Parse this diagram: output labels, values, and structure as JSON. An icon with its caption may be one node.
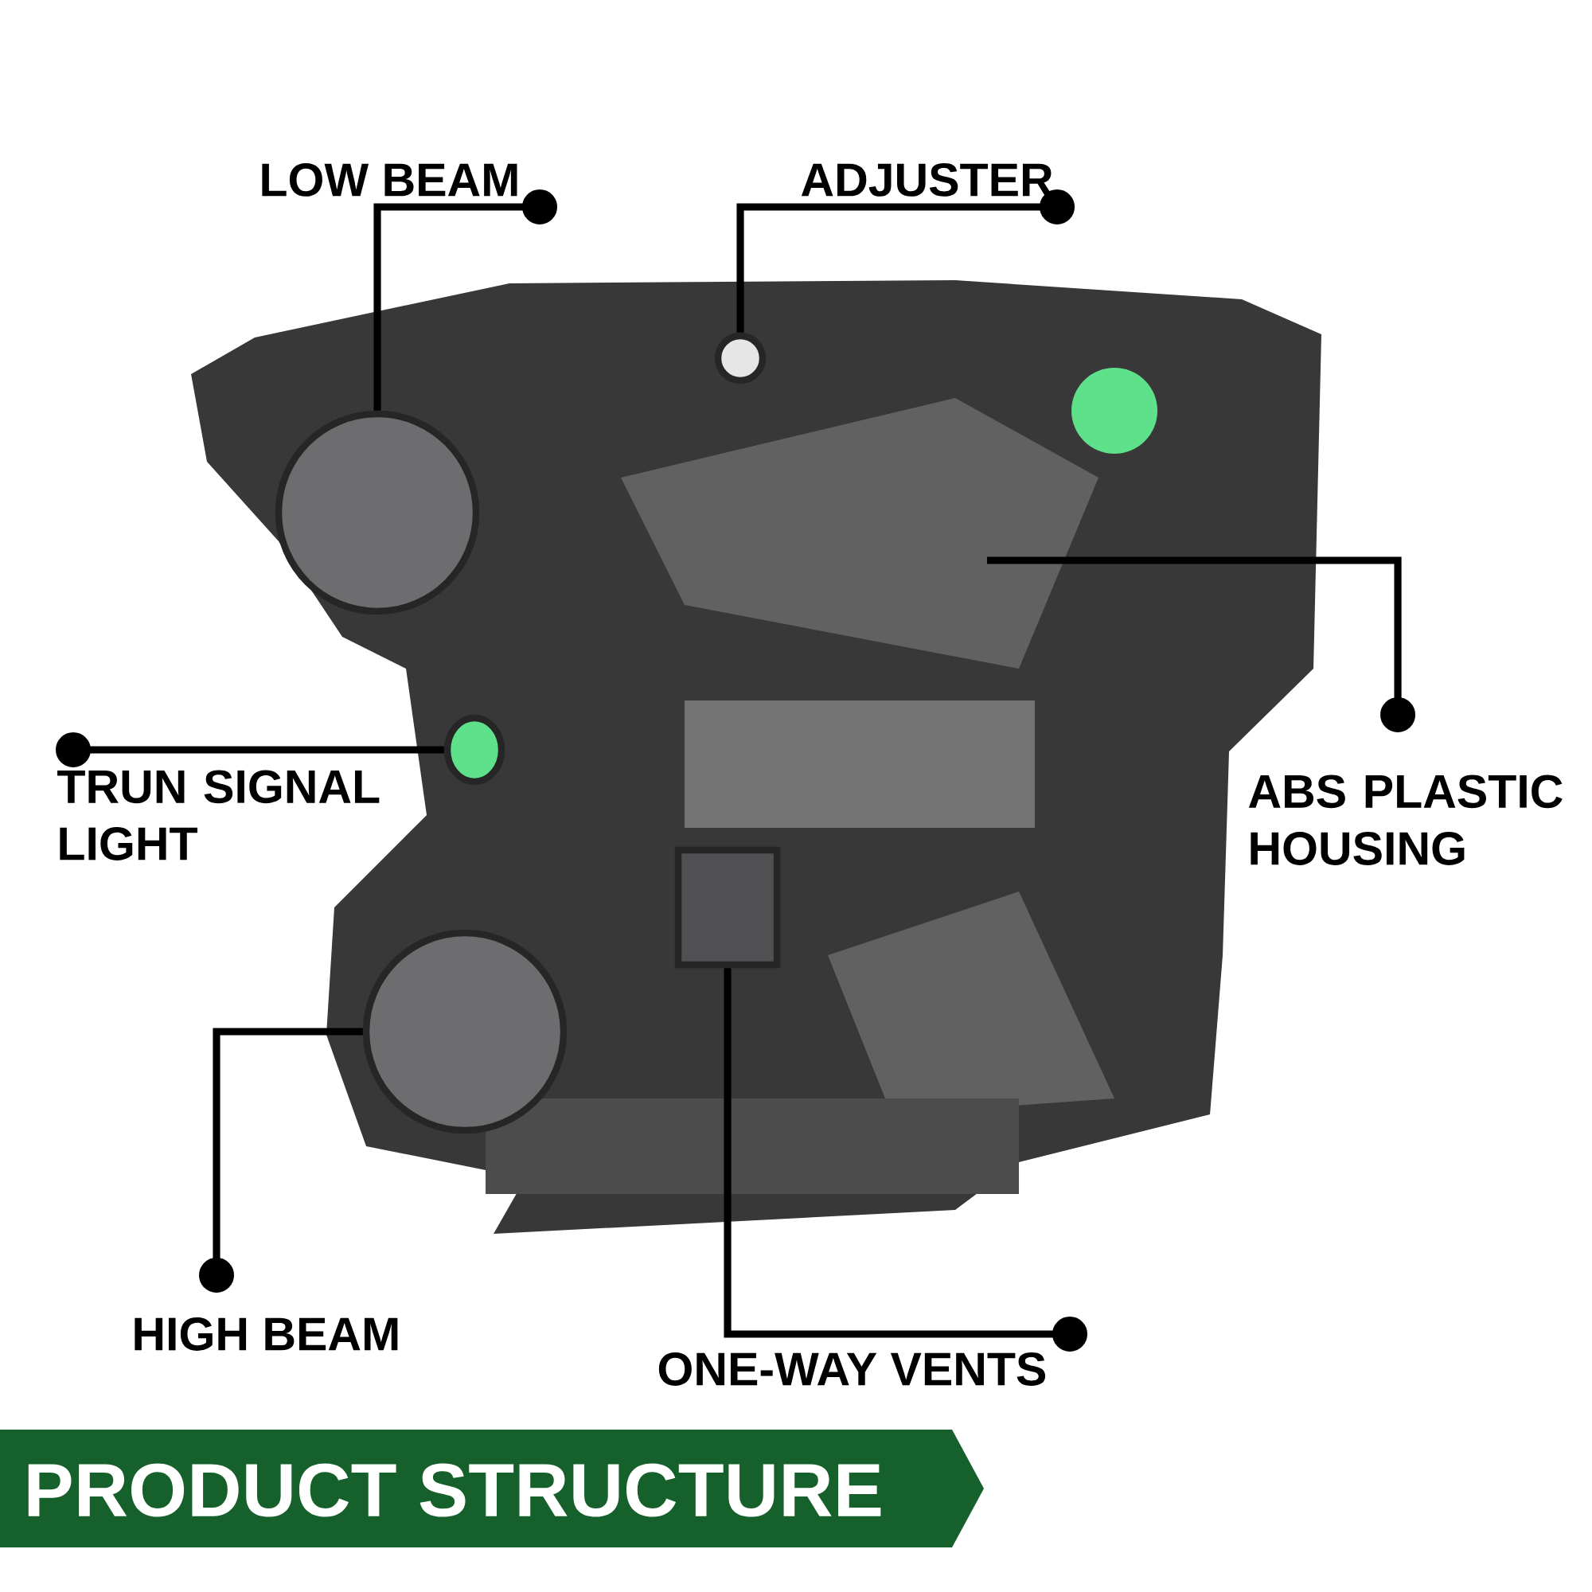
{
  "diagram": {
    "title": "PRODUCT STRUCTURE",
    "nodes": [
      {
        "text": [],
        "shape": "picture"
      },
      {
        "text": [],
        "shape": "circle",
        "in": 0
      },
      {
        "text": [],
        "shape": "circle",
        "in": 0
      },
      {
        "text": [],
        "shape": "circle",
        "in": 0
      },
      {
        "text": [],
        "shape": "circle",
        "in": 0
      },
      {
        "text": [],
        "shape": "box",
        "in": 0
      },
      {
        "text": [
          "LOW BEAM"
        ]
      },
      {
        "text": [
          "ADJUSTER"
        ]
      },
      {
        "text": [
          "TRUN SIGNAL LIGHT"
        ]
      },
      {
        "text": [
          "ABS PLASTIC HOUSING"
        ]
      },
      {
        "text": [
          "HIGH BEAM"
        ]
      },
      {
        "text": [
          "ONE-WAY VENTS"
        ]
      }
    ],
    "edges": [
      {
        "from": 6,
        "to": 1,
        "arrow": "other"
      },
      {
        "from": 7,
        "to": 2,
        "arrow": "other"
      },
      {
        "from": 8,
        "to": 3,
        "arrow": "other"
      },
      {
        "from": 9,
        "to": 0,
        "arrow": "other"
      },
      {
        "from": 10,
        "to": 4,
        "arrow": "other"
      },
      {
        "from": 11,
        "to": 5,
        "arrow": "other"
      }
    ]
  }
}
